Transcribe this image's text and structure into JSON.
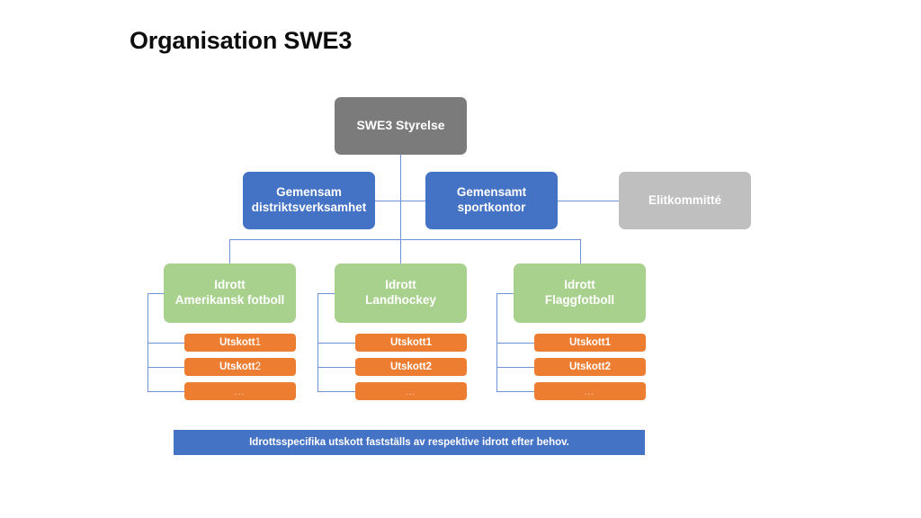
{
  "page": {
    "title": "Organisation SWE3",
    "background_color": "#ffffff"
  },
  "colors": {
    "root": "#7b7b7b",
    "unit": "#4472c4",
    "muted": "#bfbfbf",
    "sport": "#a9d18e",
    "committee": "#ed7d31",
    "connector": "#6f93d4",
    "title_text": "#0d0d0d",
    "box_text": "#ffffff"
  },
  "chart_data": {
    "type": "diagram",
    "title": "Organisation SWE3",
    "levels": [
      {
        "level": 1,
        "nodes": [
          {
            "label": "SWE3 Styrelse",
            "color": "#7b7b7b"
          }
        ]
      },
      {
        "level": 2,
        "nodes": [
          {
            "label": "Gemensam distriktsverksamhet",
            "color": "#4472c4"
          },
          {
            "label": "Gemensamt sportkontor",
            "color": "#4472c4"
          },
          {
            "label": "Elitkommitté",
            "color": "#bfbfbf"
          }
        ]
      },
      {
        "level": 3,
        "nodes": [
          {
            "label": "Idrott Amerikansk fotboll",
            "color": "#a9d18e"
          },
          {
            "label": "Idrott Landhockey",
            "color": "#a9d18e"
          },
          {
            "label": "Idrott Flaggfotboll",
            "color": "#a9d18e"
          }
        ]
      },
      {
        "level": 4,
        "nodes": [
          {
            "label": "Utskott 1",
            "color": "#ed7d31"
          },
          {
            "label": "Utskott 2",
            "color": "#ed7d31"
          },
          {
            "label": "…",
            "color": "#ed7d31"
          }
        ]
      }
    ]
  },
  "root": {
    "label": "SWE3 Styrelse"
  },
  "units": {
    "districts": {
      "line1": "Gemensam",
      "line2": "distriktsverksamhet"
    },
    "sportoffice": {
      "line1": "Gemensamt",
      "line2": "sportkontor"
    },
    "elite": {
      "label": "Elitkommitté"
    }
  },
  "sports": [
    {
      "line1": "Idrott",
      "line2": "Amerikansk fotboll"
    },
    {
      "line1": "Idrott",
      "line2": "Landhockey"
    },
    {
      "line1": "Idrott",
      "line2": "Flaggfotboll"
    }
  ],
  "committees": {
    "col1": [
      {
        "name": "Utskott",
        "num": " 1"
      },
      {
        "name": "Utskott",
        "num": " 2"
      },
      {
        "name": "…",
        "num": ""
      }
    ],
    "col2": [
      {
        "name": "Utskott",
        "num": " 1"
      },
      {
        "name": "Utskott",
        "num": " 2"
      },
      {
        "name": "…",
        "num": ""
      }
    ],
    "col3": [
      {
        "name": "Utskott",
        "num": " 1"
      },
      {
        "name": "Utskott",
        "num": " 2"
      },
      {
        "name": "…",
        "num": ""
      }
    ]
  },
  "footer": {
    "note": "Idrottsspecifika utskott fastställs av respektive idrott efter behov."
  }
}
